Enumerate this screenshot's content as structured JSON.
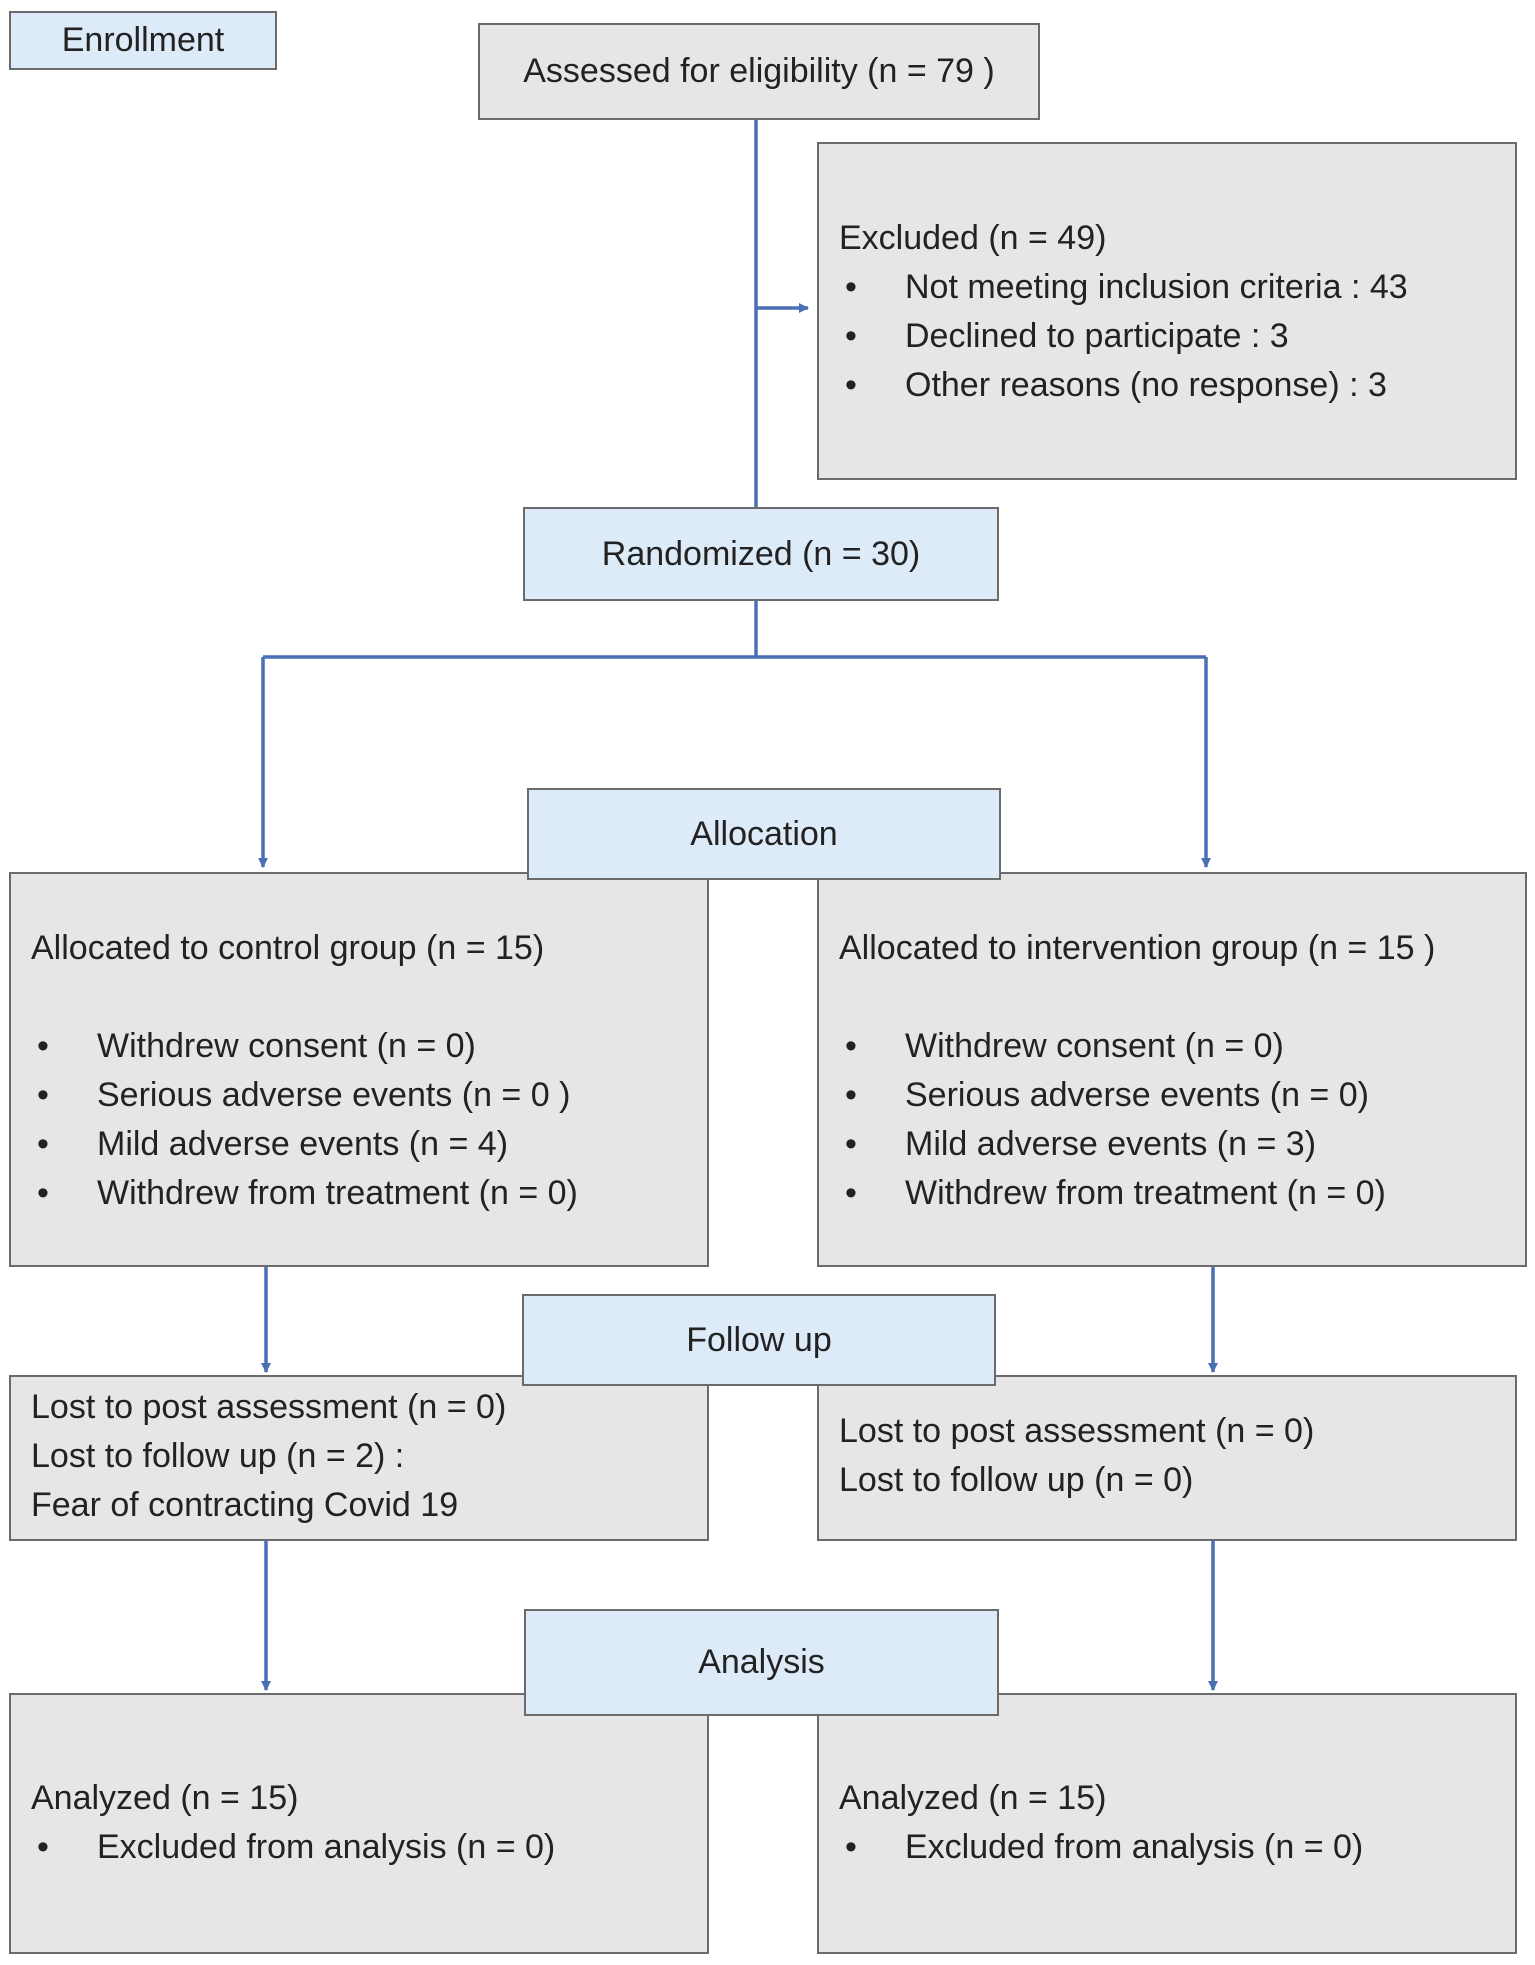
{
  "colors": {
    "label_box_fill": "#dcebf7",
    "content_box_fill": "#e6e6e6",
    "box_border": "#6b6b6b",
    "arrow": "#4a6fb5"
  },
  "stages": {
    "enrollment": "Enrollment",
    "allocation": "Allocation",
    "follow_up": "Follow up",
    "analysis": "Analysis"
  },
  "assessed": "Assessed for eligibility (n = 79 )",
  "excluded": {
    "title": "Excluded (n = 49)",
    "items": [
      "Not meeting inclusion criteria : 43",
      "Declined to participate : 3",
      "Other reasons (no response) : 3"
    ]
  },
  "randomized": "Randomized (n = 30)",
  "control": {
    "allocated": "Allocated to control group (n = 15)",
    "allocation_items": [
      "Withdrew consent (n = 0)",
      "Serious adverse events (n = 0 )",
      "Mild adverse events (n = 4)",
      "Withdrew from treatment (n = 0)"
    ],
    "follow_up_lines": [
      "Lost to post assessment (n = 0)",
      "Lost to follow up (n = 2) :",
      "Fear of contracting Covid 19"
    ],
    "analyzed": "Analyzed (n = 15)",
    "analysis_items": [
      "Excluded from analysis (n = 0)"
    ]
  },
  "intervention": {
    "allocated": "Allocated to intervention group (n = 15 )",
    "allocation_items": [
      "Withdrew consent (n = 0)",
      "Serious adverse events (n = 0)",
      "Mild adverse events (n = 3)",
      "Withdrew from treatment (n = 0)"
    ],
    "follow_up_lines": [
      "Lost to post assessment (n = 0)",
      "Lost to follow up (n = 0)"
    ],
    "analyzed": "Analyzed (n = 15)",
    "analysis_items": [
      "Excluded from analysis (n = 0)"
    ]
  }
}
